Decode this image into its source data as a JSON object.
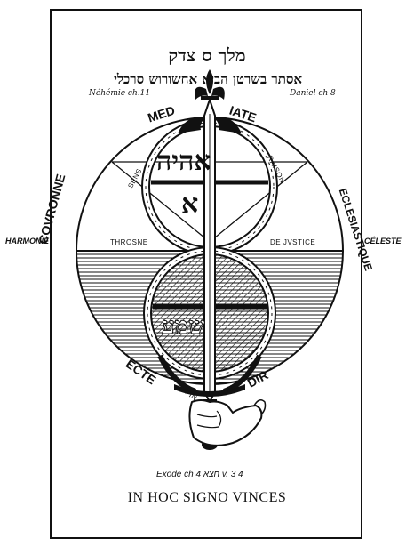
{
  "header": {
    "hebrew_line1": "מלך ס צדק",
    "hebrew_line2": "אסתר בשרטן הביא אחשורוש סרכלי",
    "left_note": "Néhémie ch.11",
    "right_note": "Daniel ch 8"
  },
  "words": {
    "top_left": "MED",
    "top_right": "IATE",
    "left_arc": "COVRONNE",
    "right_arc": "ECLESIASTIQUE",
    "bottom_arc_left": "ECTE",
    "bottom_arc_right": "DIR",
    "harmonie": "HARMONIE",
    "celeste": "CÉLESTE",
    "throsne": "THROSNE",
    "justice": "DE JVSTICE",
    "sens": "SENS",
    "raison": "RAISON",
    "final_left": "FIN",
    "final_right": "AL"
  },
  "inner_text": {
    "upper_name": "אהיה",
    "upper_letter": "א",
    "lower_name": "שמע"
  },
  "footer": {
    "exodus_ref": "Exode ch 4 חצא v. 3 4",
    "motto": "IN HOC SIGNO VINCES"
  },
  "colors": {
    "ink": "#111111",
    "paper": "#ffffff"
  }
}
